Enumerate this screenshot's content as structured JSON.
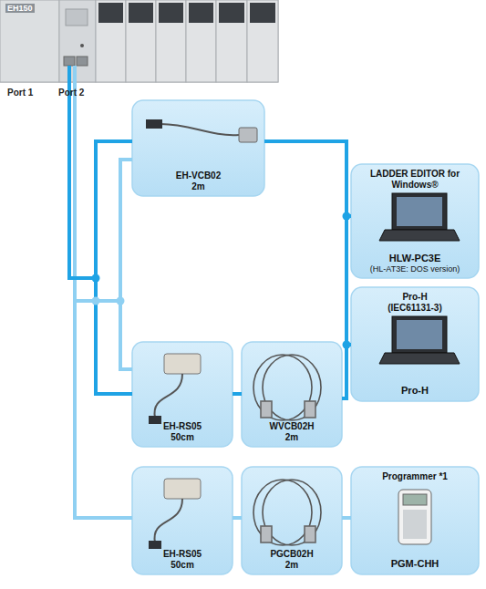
{
  "diagram": {
    "nodes": [
      {
        "text": [
          "EH-VCB02 2m"
        ]
      },
      {
        "text": [
          "LADDER EDITOR for Windows®",
          "HLW-PC3E",
          "(HL-AT3E: DOS version)"
        ]
      },
      {
        "text": [
          "Pro-H (IEC61131-3)",
          "Pro-H"
        ]
      },
      {
        "text": [
          "EH-RS05 50cm"
        ]
      },
      {
        "text": [
          "WVCB02H 2m"
        ]
      },
      {
        "text": [
          "EH-RS05 50cm"
        ]
      },
      {
        "text": [
          "PGCB02H 2m"
        ]
      },
      {
        "text": [
          "Programmer *1",
          "PGM-CHH"
        ]
      }
    ],
    "edges": [
      {
        "from": 0,
        "to": 1,
        "arrow": "none"
      },
      {
        "from": 0,
        "to": 2,
        "arrow": "none"
      },
      {
        "from": 3,
        "to": 4,
        "arrow": "none"
      },
      {
        "from": 4,
        "to": 1,
        "arrow": "none"
      },
      {
        "from": 4,
        "to": 2,
        "arrow": "none"
      },
      {
        "from": 5,
        "to": 6,
        "arrow": "none"
      },
      {
        "from": 6,
        "to": 7,
        "arrow": "none"
      }
    ],
    "labels": [
      "EH150",
      "Port 1",
      "Port 2"
    ]
  }
}
